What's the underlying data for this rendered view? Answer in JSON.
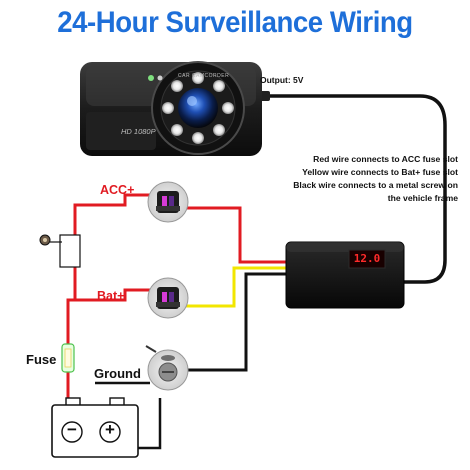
{
  "title": "24-Hour Surveillance Wiring",
  "camera": {
    "resolution_label": "HD 1080P",
    "lens_ring_text": "CAR CAMCORDER"
  },
  "output_label": "Output: 5V",
  "converter_display": "12.0",
  "instructions": [
    "Red wire connects to ACC fuse slot",
    "Yellow wire connects to Bat+ fuse slot",
    "Black wire connects to a metal screw on",
    "the vehicle frame"
  ],
  "labels": {
    "acc": "ACC+",
    "bat": "Bat+",
    "fuse": "Fuse",
    "ground": "Ground"
  },
  "battery": {
    "negative": "−",
    "positive": "+"
  },
  "colors": {
    "title": "#1e6fd9",
    "label_red": "#e11b22",
    "wire_red": "#e11b22",
    "wire_yellow": "#f2e600",
    "wire_black": "#111111",
    "led": "#ff2a2a"
  }
}
